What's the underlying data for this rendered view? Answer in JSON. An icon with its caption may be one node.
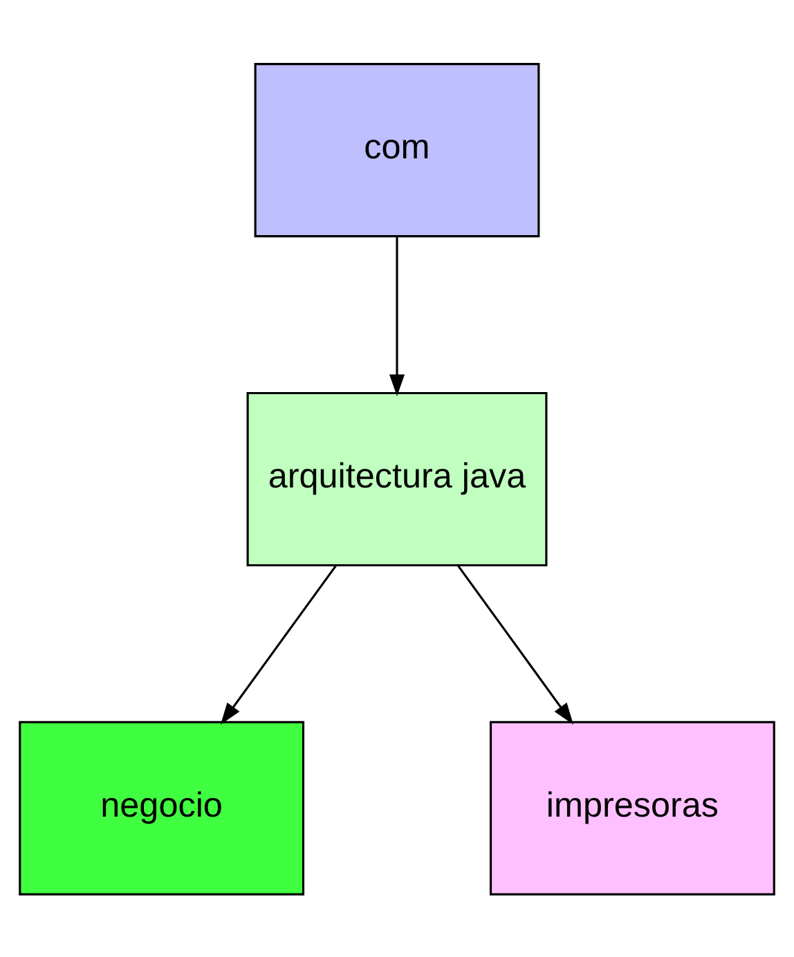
{
  "diagram": {
    "nodes": [
      {
        "text": [
          "com"
        ]
      },
      {
        "text": [
          "arquitectura java"
        ]
      },
      {
        "text": [
          "negocio"
        ]
      },
      {
        "text": [
          "impresoras"
        ]
      }
    ],
    "edges": [
      {
        "from": 0,
        "to": 1,
        "arrow": "to"
      },
      {
        "from": 1,
        "to": 2,
        "arrow": "to"
      },
      {
        "from": 1,
        "to": 3,
        "arrow": "to"
      }
    ]
  }
}
